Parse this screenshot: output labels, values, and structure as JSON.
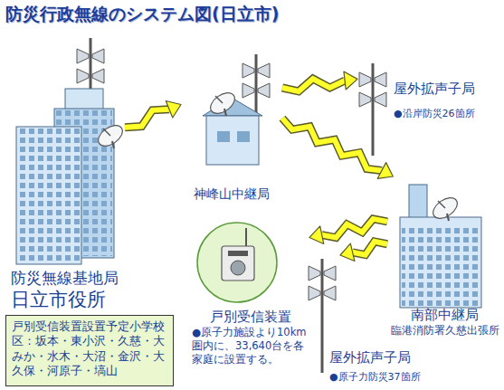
{
  "diagram": {
    "title": "防災行政無線のシステム図(日立市)",
    "nodes": [
      {
        "text": [
          "防災無線基地局",
          "日立市役所"
        ]
      },
      {
        "text": [
          "神峰山中継局"
        ]
      },
      {
        "text": [
          "屋外拡声子局",
          "●沿岸防災26箇所"
        ]
      },
      {
        "text": [
          "南部中継局",
          "臨港消防署久慈出張所"
        ]
      },
      {
        "text": [
          "戸別受信装置",
          "●原子力施設より10km圏内に、33,640台を各家庭に設置する。"
        ]
      },
      {
        "text": [
          "屋外拡声子局",
          "●原子力防災37箇所"
        ]
      },
      {
        "text": [
          "戸別受信装置設置予定小学校区：坂本・東小沢・久慈・大みか・水木・大沼・金沢・大久保・河原子・塙山"
        ]
      }
    ],
    "edges": [
      {
        "from": 0,
        "to": 1,
        "arrow": "to"
      },
      {
        "from": 1,
        "to": 2,
        "arrow": "to"
      },
      {
        "from": 1,
        "to": 3,
        "arrow": "to"
      },
      {
        "from": 3,
        "to": 4,
        "arrow": "to"
      },
      {
        "from": 3,
        "to": 5,
        "arrow": "to"
      }
    ]
  }
}
